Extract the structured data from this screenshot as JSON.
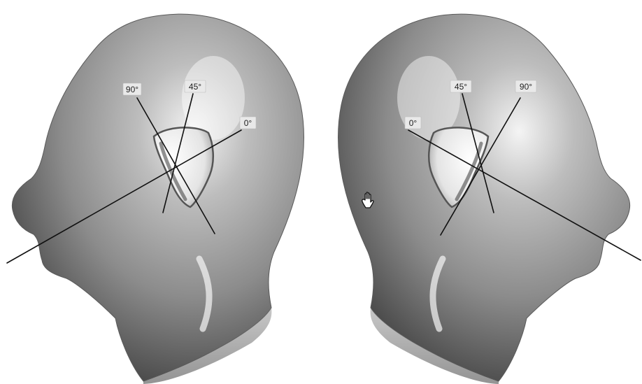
{
  "left_head": {
    "labels": {
      "deg_0": "0°",
      "deg_45": "45°",
      "deg_90": "90°"
    }
  },
  "right_head": {
    "labels": {
      "deg_0": "0°",
      "deg_45": "45°",
      "deg_90": "90°"
    }
  },
  "colors": {
    "background": "#ffffff",
    "head_light": "#e6e6e6",
    "head_mid": "#8e8e8e",
    "head_dark": "#3a3a3a",
    "line": "#111111"
  },
  "icons": {
    "cursor": "hand-pointer-icon"
  }
}
